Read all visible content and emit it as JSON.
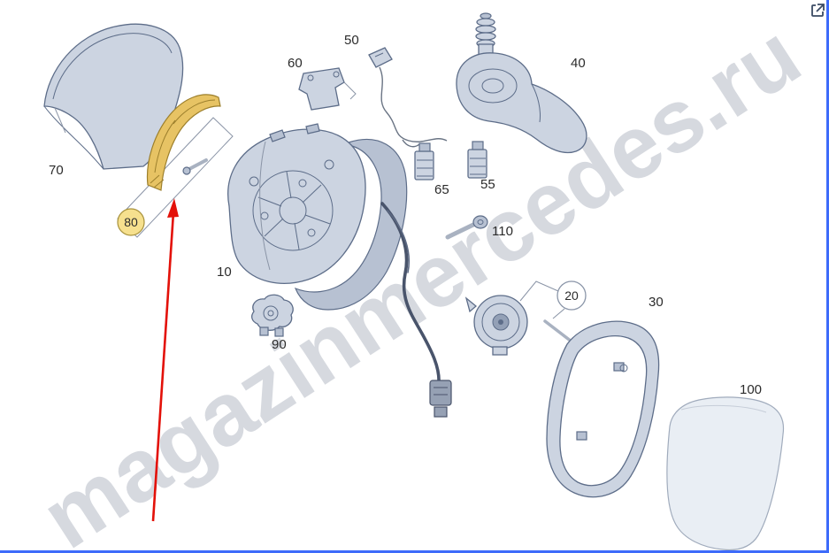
{
  "watermark": {
    "text": "magazinmercedes.ru"
  },
  "parts": {
    "p70": {
      "label": "70"
    },
    "p80": {
      "label": "80"
    },
    "p10": {
      "label": "10"
    },
    "p60": {
      "label": "60"
    },
    "p50": {
      "label": "50"
    },
    "p40": {
      "label": "40"
    },
    "p65": {
      "label": "65"
    },
    "p55": {
      "label": "55"
    },
    "p110": {
      "label": "110"
    },
    "p90": {
      "label": "90"
    },
    "p20": {
      "label": "20"
    },
    "p30": {
      "label": "30"
    },
    "p100": {
      "label": "100"
    }
  },
  "icons": {
    "external_link": "open-in-new-tab-icon"
  },
  "colors": {
    "part_fill": "#ccd4e1",
    "part_fill_dark": "#b7c1d2",
    "part_stroke": "#5d6d89",
    "glass_fill": "#e9eef4",
    "highlight_fill": "#e7c364",
    "highlight_stroke": "#9c7f2c",
    "badge_yellow": "#f6e08e",
    "arrow_red": "#e31109",
    "watermark_gray": "#b4bac5",
    "selection_blue": "#3d6bfa",
    "label_text": "#2b2b2b"
  }
}
